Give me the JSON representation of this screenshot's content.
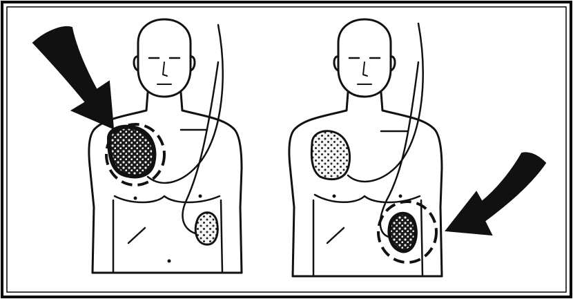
{
  "diagram": {
    "panels": [
      {
        "id": "left",
        "focus": "upper-right-chest-pad"
      },
      {
        "id": "right",
        "focus": "lower-left-side-pad"
      }
    ],
    "colors": {
      "ink": "#111111",
      "paper": "#ffffff",
      "pad_fill": "#f4f4f4",
      "border": "#000000"
    },
    "icons": [
      "arrow-icon",
      "electrode-pad-icon",
      "highlight-circle-icon"
    ]
  }
}
